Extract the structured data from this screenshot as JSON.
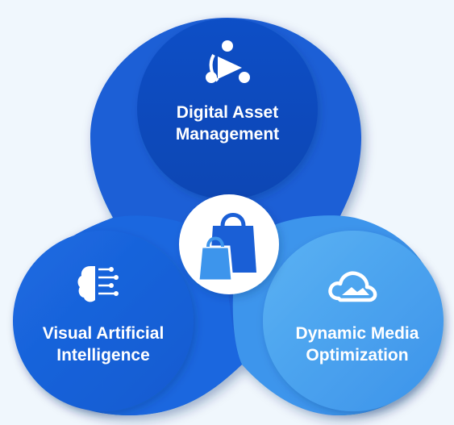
{
  "nodes": {
    "top": {
      "line1": "Digital Asset",
      "line2": "Management",
      "icon": "people-play-icon",
      "color": "#0d4ec4"
    },
    "left": {
      "line1": "Visual Artificial",
      "line2": "Intelligence",
      "icon": "ai-brain-icon",
      "color": "#1764dc"
    },
    "right": {
      "line1": "Dynamic Media",
      "line2": "Optimization",
      "icon": "cloud-icon",
      "color": "#4ea7ef"
    },
    "center": {
      "icon": "shopping-bags-icon"
    }
  },
  "colors": {
    "background": "#f0f7fd",
    "blob_top": "#1257d2",
    "blob_left": "#1a67e0",
    "blob_right": "#3f96ee",
    "white": "#ffffff"
  }
}
